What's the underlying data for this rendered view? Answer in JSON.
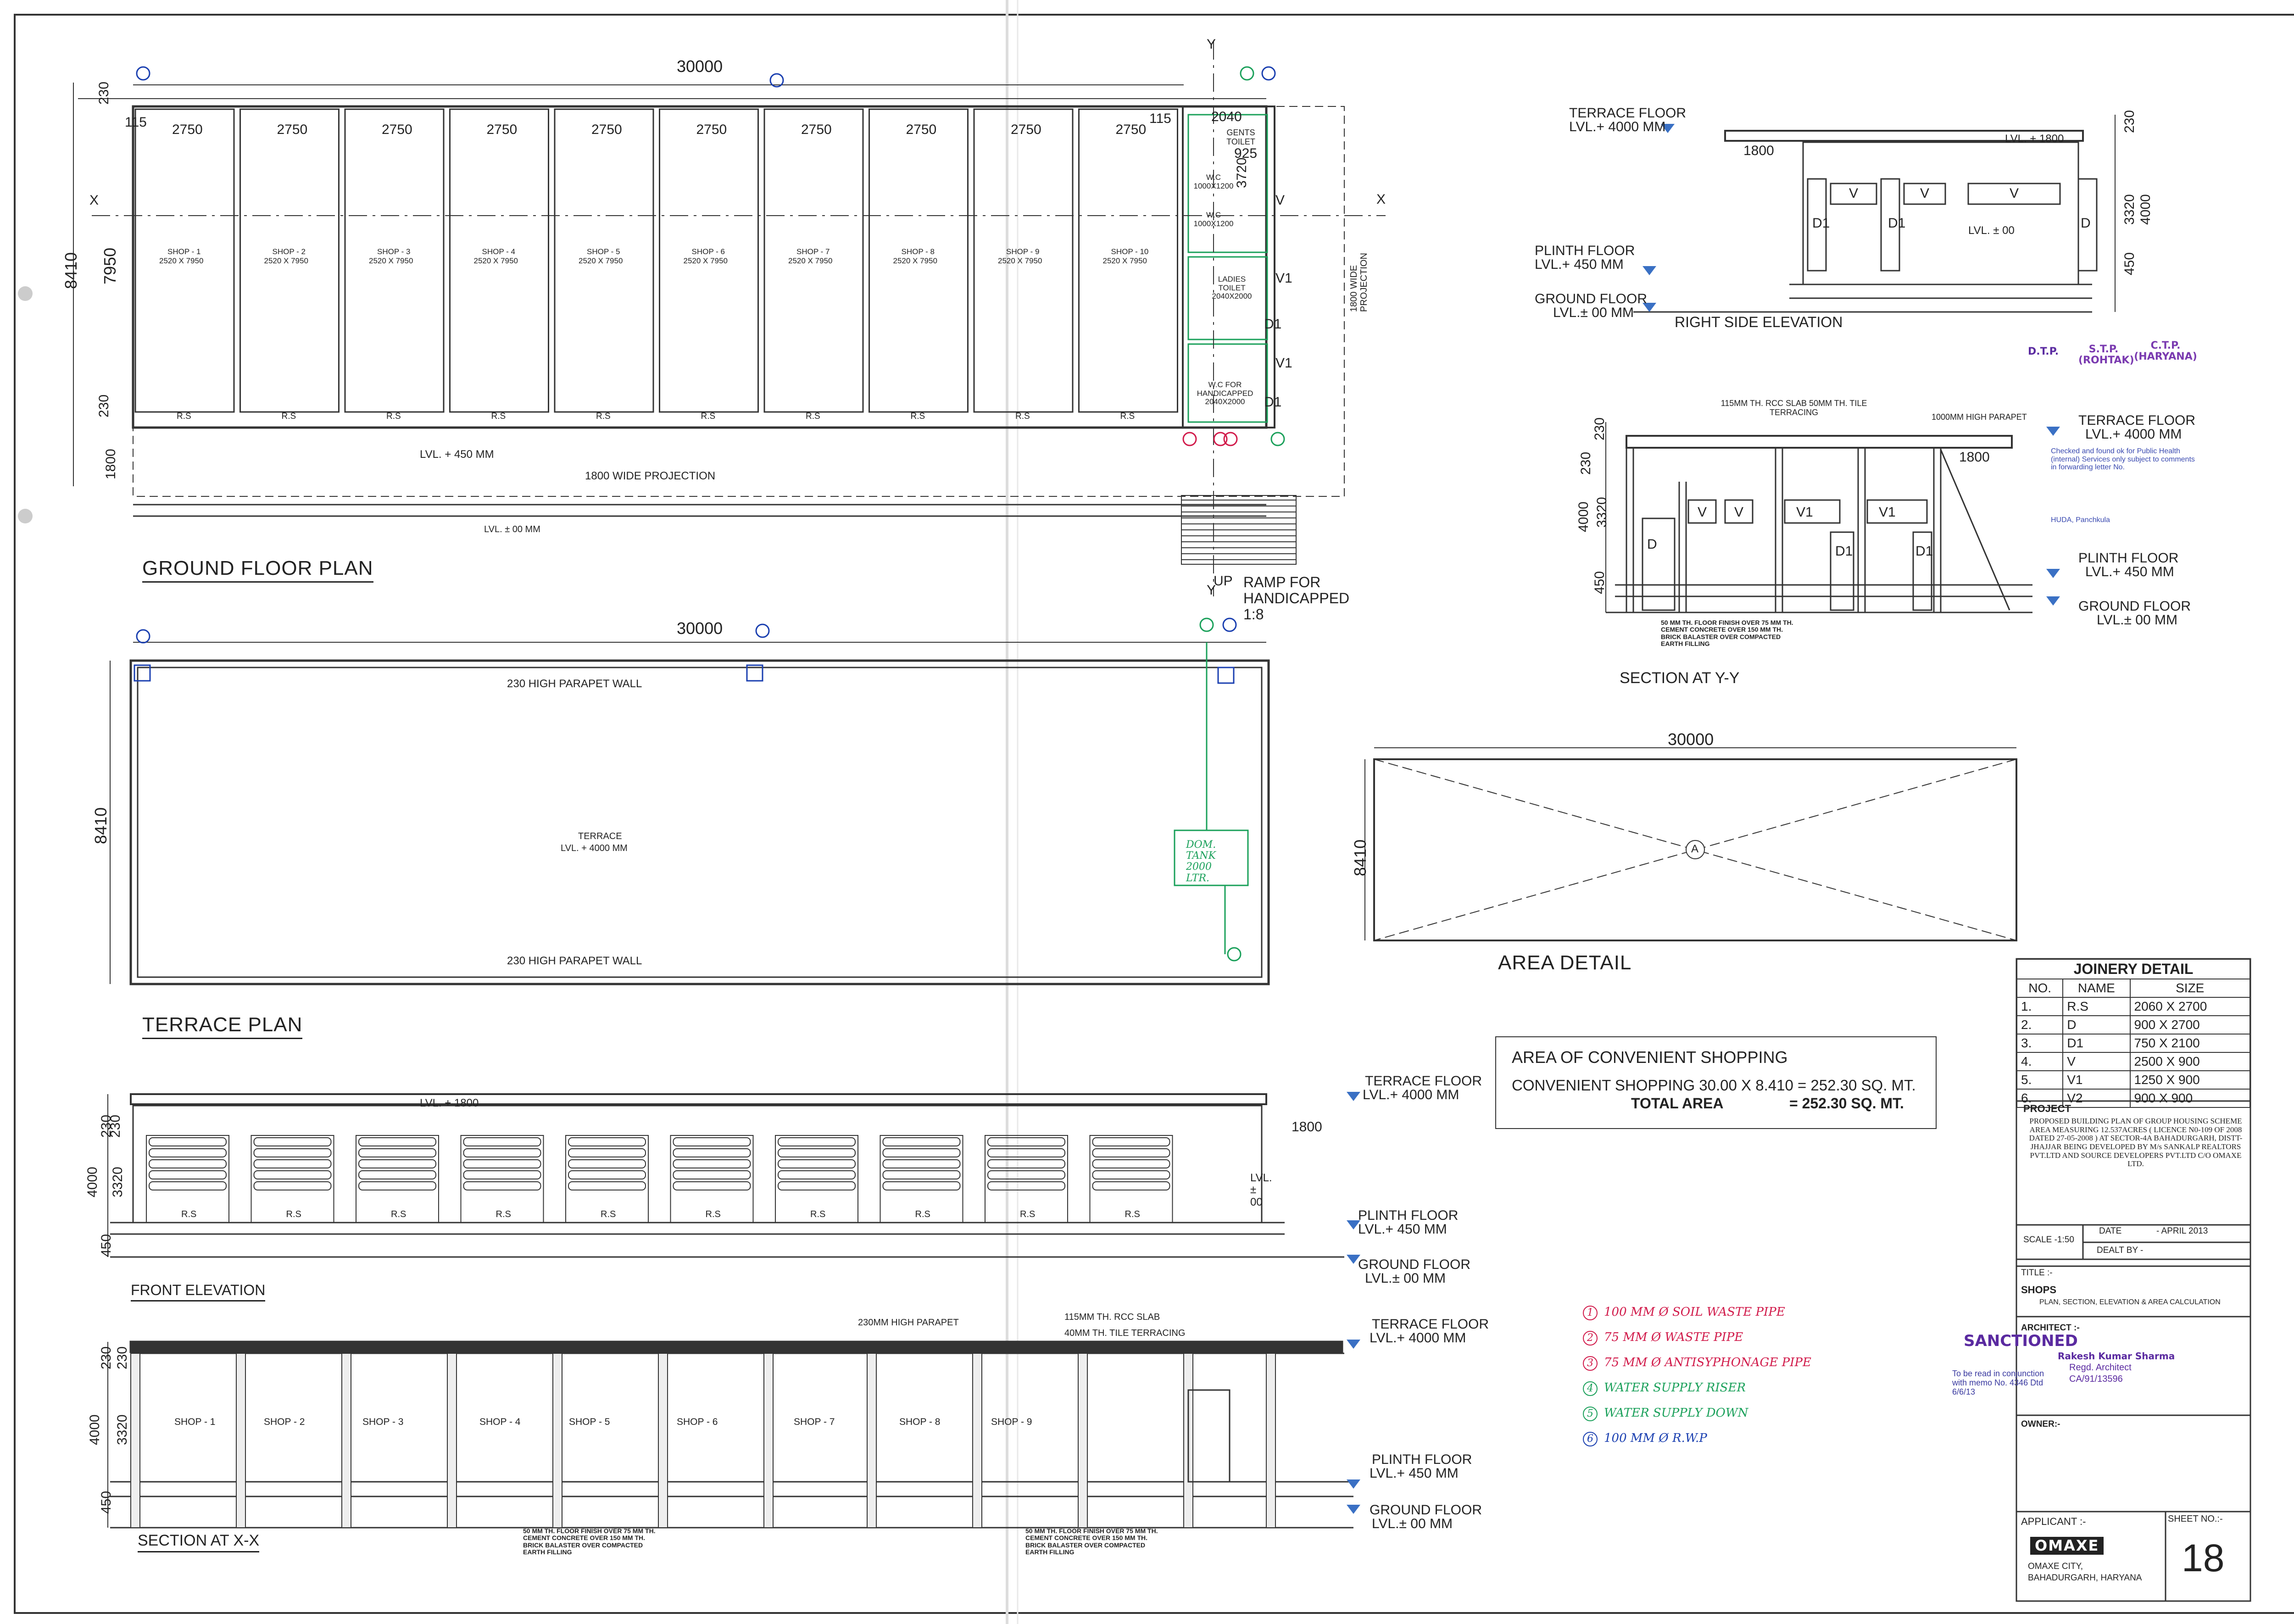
{
  "ground_floor_plan": {
    "title": "GROUND FLOOR PLAN",
    "overall_length": "30000",
    "bay_width": "2750",
    "end_dim_115": "115",
    "toilet_width": "2040",
    "toilet_depth": "925",
    "toilet_len": "3720",
    "depth_total": "8410",
    "depth_shop": "7950",
    "wall_230": "230",
    "projection_1800": "1800",
    "shops": [
      {
        "name": "SHOP - 1",
        "size": "2520 X 7950"
      },
      {
        "name": "SHOP - 2",
        "size": "2520 X 7950"
      },
      {
        "name": "SHOP - 3",
        "size": "2520 X 7950"
      },
      {
        "name": "SHOP - 4",
        "size": "2520 X 7950"
      },
      {
        "name": "SHOP - 5",
        "size": "2520 X 7950"
      },
      {
        "name": "SHOP - 6",
        "size": "2520 X 7950"
      },
      {
        "name": "SHOP - 7",
        "size": "2520 X 7950"
      },
      {
        "name": "SHOP - 8",
        "size": "2520 X 7950"
      },
      {
        "name": "SHOP - 9",
        "size": "2520 X 7950"
      },
      {
        "name": "SHOP - 10",
        "size": "2520 X 7950"
      }
    ],
    "rs_label": "R.S",
    "gents_toilet": "GENTS TOILET",
    "wc_1": "W.C 1000X1200",
    "wc_2": "W.C 1000X1200",
    "ladies_toilet": "LADIES TOILET 2040X2000",
    "wc_handicapped": "W.C FOR HANDICAPPED 2040X2000",
    "projection_side": "1800 WIDE PROJECTION",
    "projection_front": "1800 WIDE PROJECTION",
    "level_450": "LVL. + 450 MM",
    "level_00": "LVL. ± 00 MM",
    "ramp": "RAMP FOR HANDICAPPED 1:8",
    "up": "UP",
    "axis_x": "X",
    "axis_y": "Y",
    "v": "V",
    "v1": "V1",
    "d1": "D1"
  },
  "terrace_plan": {
    "title": "TERRACE  PLAN",
    "overall_length": "30000",
    "depth": "8410",
    "parapet_top": "230 HIGH PARAPET WALL",
    "parapet_bottom": "230 HIGH PARAPET WALL",
    "terrace": "TERRACE",
    "terrace_level": "LVL. + 4000 MM",
    "tank": "DOM. TANK 2000 LTR."
  },
  "area_detail": {
    "title": "AREA DETAIL",
    "length": "30000",
    "depth": "8410",
    "marker": "A"
  },
  "area_box": {
    "heading": "AREA OF CONVENIENT SHOPPING",
    "line1": "CONVENIENT SHOPPING 30.00 X 8.410 = 252.30 SQ. MT.",
    "total_label": "TOTAL AREA",
    "total_value": "= 252.30 SQ. MT."
  },
  "right_side_elevation": {
    "title": "RIGHT SIDE ELEVATION",
    "terrace_floor": "TERRACE FLOOR",
    "terrace_level": "LVL.+ 4000 MM",
    "plinth_floor": "PLINTH FLOOR",
    "plinth_level": "LVL.+ 450 MM",
    "ground_floor": "GROUND FLOOR",
    "ground_level": "LVL.± 00 MM",
    "lvl_1800": "LVL. + 1800",
    "dim_1800": "1800",
    "lvl_00": "LVL. ± 00",
    "dims": [
      "230",
      "3320",
      "4000",
      "450"
    ],
    "d": "D",
    "d1": "D1",
    "v": "V"
  },
  "section_yy": {
    "title": "SECTION AT Y-Y",
    "slab": "115MM TH. RCC SLAB 50MM TH. TILE TERRACING",
    "parapet": "1000MM HIGH PARAPET",
    "dim_1800": "1800",
    "terrace_floor": "TERRACE FLOOR",
    "terrace_level": "LVL.+ 4000 MM",
    "plinth_floor": "PLINTH FLOOR",
    "plinth_level": "LVL.+ 450 MM",
    "ground_floor": "GROUND FLOOR",
    "ground_level": "LVL.± 00 MM",
    "finish_note": "50 MM TH. FLOOR FINISH OVER 75 MM TH. CEMENT CONCRETE OVER 150 MM TH. BRICK BALASTER OVER COMPACTED EARTH FILLING",
    "dims": [
      "230",
      "230",
      "3320",
      "4000",
      "450"
    ]
  },
  "front_elevation": {
    "title": "FRONT ELEVATION",
    "lvl_1800": "LVL. + 1800",
    "dim_1800": "1800",
    "lvl_00": "LVL. ± 00",
    "terrace_floor": "TERRACE FLOOR",
    "terrace_level": "LVL.+ 4000 MM",
    "plinth_floor": "PLINTH FLOOR",
    "plinth_level": "LVL.+ 450 MM",
    "ground_floor": "GROUND FLOOR",
    "ground_level": "LVL.± 00 MM",
    "dims": [
      "230",
      "230",
      "3320",
      "4000",
      "450"
    ],
    "rs": "R.S"
  },
  "section_xx": {
    "title": "SECTION AT X-X",
    "parapet": "230MM HIGH PARAPET",
    "slab": "115MM TH. RCC SLAB",
    "tile": "40MM TH. TILE TERRACING",
    "shops": [
      "SHOP - 1",
      "SHOP - 2",
      "SHOP - 3",
      "SHOP - 4",
      "SHOP - 5",
      "SHOP - 6",
      "SHOP - 7",
      "SHOP - 8",
      "SHOP - 9"
    ],
    "terrace_floor": "TERRACE FLOOR",
    "terrace_level": "LVL.+ 4000 MM",
    "plinth_floor": "PLINTH FLOOR",
    "plinth_level": "LVL.+ 450 MM",
    "ground_floor": "GROUND FLOOR",
    "ground_level": "LVL.± 00 MM",
    "finish_note": "50 MM TH. FLOOR FINISH OVER 75 MM TH. CEMENT CONCRETE OVER 150 MM TH. BRICK BALASTER OVER COMPACTED EARTH FILLING",
    "dims": [
      "230",
      "230",
      "3320",
      "4000",
      "450"
    ]
  },
  "legend": [
    {
      "num": "1",
      "text": "100 MM Ø SOIL WASTE PIPE",
      "color": "#d11a4a"
    },
    {
      "num": "2",
      "text": "75 MM Ø WASTE PIPE",
      "color": "#d11a4a"
    },
    {
      "num": "3",
      "text": "75 MM Ø ANTISYPHONAGE PIPE",
      "color": "#d11a4a"
    },
    {
      "num": "4",
      "text": "WATER SUPPLY RISER",
      "color": "#1aa05a"
    },
    {
      "num": "5",
      "text": "WATER SUPPLY DOWN",
      "color": "#1aa05a"
    },
    {
      "num": "6",
      "text": "100 MM Ø R.W.P",
      "color": "#1a3fb0"
    }
  ],
  "joinery": {
    "title": "JOINERY DETAIL",
    "headers": [
      "NO.",
      "NAME",
      "SIZE"
    ],
    "rows": [
      [
        "1.",
        "R.S",
        "2060 X 2700"
      ],
      [
        "2.",
        "D",
        "900 X 2700"
      ],
      [
        "3.",
        "D1",
        "750 X 2100"
      ],
      [
        "4.",
        "V",
        "2500 X 900"
      ],
      [
        "5.",
        "V1",
        "1250 X 900"
      ],
      [
        "6.",
        "V2",
        "900 X 900"
      ]
    ]
  },
  "title_block": {
    "project_label": "PROJECT",
    "project_text": "PROPOSED BUILDING PLAN OF GROUP HOUSING SCHEME AREA MEASURING 12.537ACRES ( LICENCE N0-109 OF 2008 DATED 27-05-2008 ) AT SECTOR-4A BAHADURGARH, DISTT- JHAJJAR BEING DEVELOPED BY M/s SANKALP REALTORS PVT.LTD AND SOURCE DEVELOPERS PVT.LTD C/O OMAXE LTD.",
    "scale": "SCALE -1:50",
    "date_label": "DATE",
    "date_value": "- APRIL 2013",
    "dealt_by": "DEALT BY -",
    "title_label": "TITLE :-",
    "title_value": "SHOPS",
    "title_sub": "PLAN, SECTION, ELEVATION & AREA CALCULATION",
    "architect_label": "ARCHITECT :-",
    "owner_label": "OWNER:-",
    "applicant_label": "APPLICANT :-",
    "company": "OMAXE",
    "address1": "OMAXE CITY,",
    "address2": "BAHADURGARH, HARYANA",
    "sheet_label": "SHEET NO.:-",
    "sheet_no": "18"
  },
  "stamps": {
    "sanctioned": "SANCTIONED",
    "read_with": "To be read in conjunction with memo No. 4346  Dtd 6/6/13",
    "architect_name": "Rakesh Kumar Sharma",
    "architect_role": "Regd. Architect",
    "architect_reg": "CA/91/13596",
    "dtp": "D.T.P.",
    "stp": "S.T.P. (ROHTAK)",
    "ctp": "C.T.P. (HARYANA)",
    "public_health": "Checked and found ok for Public Health (internal) Services only subject to comments in forwarding letter No.",
    "huda": "HUDA, Panchkula"
  }
}
